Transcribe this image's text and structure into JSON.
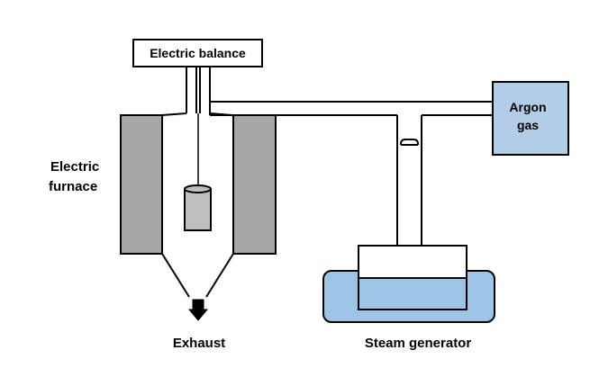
{
  "labels": {
    "balance": "Electric balance",
    "argon_line1": "Argon",
    "argon_line2": "gas",
    "furnace_line1": "Electric",
    "furnace_line2": "furnace",
    "exhaust": "Exhaust",
    "steam": "Steam generator"
  },
  "colors": {
    "furnace_wall": "#a6a6a6",
    "sample": "#bfbfbf",
    "argon_box": "#b4cde6",
    "water": "#9dc3e6",
    "outline": "#000000",
    "background": "#ffffff"
  }
}
